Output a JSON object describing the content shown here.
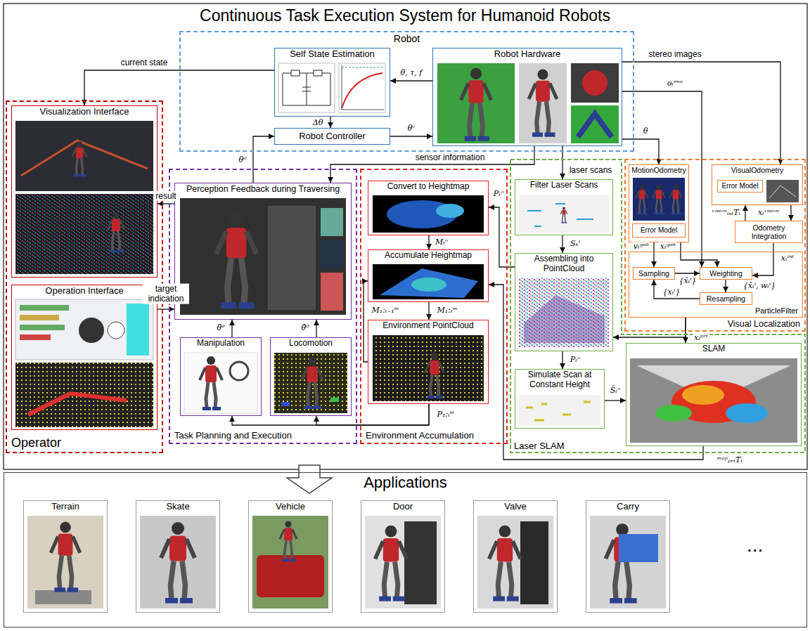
{
  "diagram": {
    "title": "Continuous Task Execution System for Humanoid Robots",
    "nodes": [
      {
        "text": [
          "Robot"
        ]
      },
      {
        "text": [
          "Self State Estimation"
        ],
        "in": 0
      },
      {
        "text": [
          "Robot Hardware"
        ],
        "in": 0
      },
      {
        "text": [
          "Robot Controller"
        ],
        "in": 0
      },
      {
        "text": [
          "Operator"
        ]
      },
      {
        "text": [
          "Visualization Interface"
        ],
        "in": 4
      },
      {
        "text": [
          "Operation Interface"
        ],
        "in": 4
      },
      {
        "text": [
          "Task Planning and Execution"
        ]
      },
      {
        "text": [
          "Perception Feedback during Traversing"
        ],
        "in": 7
      },
      {
        "text": [
          "Manipulation"
        ],
        "in": 7
      },
      {
        "text": [
          "Locomotion"
        ],
        "in": 7
      },
      {
        "text": [
          "Environment Accumulation"
        ]
      },
      {
        "text": [
          "Convert to Heightmap"
        ],
        "in": 11
      },
      {
        "text": [
          "Accumulate Heightmap"
        ],
        "in": 11
      },
      {
        "text": [
          "Environment PointCloud"
        ],
        "in": 11
      },
      {
        "text": [
          "Laser SLAM"
        ]
      },
      {
        "text": [
          "Filter Laser Scans"
        ],
        "in": 15
      },
      {
        "text": [
          "Assembling into PointCloud"
        ],
        "in": 15
      },
      {
        "text": [
          "Simulate Scan at Constant Height"
        ],
        "in": 15
      },
      {
        "text": [
          "SLAM"
        ],
        "in": 15
      },
      {
        "text": [
          "Visual Localization"
        ]
      },
      {
        "text": [
          "MotionOdometry"
        ],
        "in": 20
      },
      {
        "text": [
          "Error Model"
        ],
        "in": 21
      },
      {
        "text": [
          "VisualOdometry"
        ],
        "in": 20
      },
      {
        "text": [
          "Error Model"
        ],
        "in": 23
      },
      {
        "text": [
          "Odometry Integration"
        ],
        "in": 20
      },
      {
        "text": [
          "ParticleFilter"
        ],
        "in": 20
      },
      {
        "text": [
          "Sampling"
        ],
        "in": 26
      },
      {
        "text": [
          "Weighting"
        ],
        "in": 26
      },
      {
        "text": [
          "Resampling"
        ],
        "in": 26
      },
      {
        "text": [
          "Applications"
        ]
      },
      {
        "text": [
          "Terrain"
        ],
        "in": 30
      },
      {
        "text": [
          "Skate"
        ],
        "in": 30
      },
      {
        "text": [
          "Vehicle"
        ],
        "in": 30
      },
      {
        "text": [
          "Door"
        ],
        "in": 30
      },
      {
        "text": [
          "Valve"
        ],
        "in": 30
      },
      {
        "text": [
          "Carry"
        ],
        "in": 30
      }
    ],
    "edges": [
      {
        "from": 2,
        "to": 1,
        "arrow": "to",
        "label": "θ, τ, f"
      },
      {
        "from": 1,
        "to": 3,
        "arrow": "to",
        "label": "Δθ"
      },
      {
        "from": 3,
        "to": 2,
        "arrow": "to",
        "label": "θᶜ"
      },
      {
        "from": 1,
        "to": 5,
        "arrow": "to",
        "label": "current state"
      },
      {
        "from": 8,
        "to": 3,
        "arrow": "to",
        "label": "θᵈ"
      },
      {
        "from": 8,
        "to": 5,
        "arrow": "to",
        "label": "result"
      },
      {
        "from": 6,
        "to": 8,
        "arrow": "to",
        "label": "target indication"
      },
      {
        "from": 9,
        "to": 8,
        "arrow": "to",
        "label": "θ̂ᵈ"
      },
      {
        "from": 10,
        "to": 8,
        "arrow": "to",
        "label": "θ̂ᵈ"
      },
      {
        "from": 2,
        "to": 8,
        "arrow": "to",
        "label": "sensor information"
      },
      {
        "from": 2,
        "to": 16,
        "arrow": "to",
        "label": "laser scans"
      },
      {
        "from": 2,
        "to": 23,
        "arrow": "to",
        "label": "stereo images"
      },
      {
        "from": 2,
        "to": 21,
        "arrow": "to",
        "label": "θ"
      },
      {
        "from": 2,
        "to": 28,
        "arrow": "to",
        "label": "oₜⁱᵐᵘ"
      },
      {
        "from": 16,
        "to": 17,
        "arrow": "to",
        "label": "Sₖˡ"
      },
      {
        "from": 17,
        "to": 12,
        "arrow": "to",
        "label": "Pₜᵒ"
      },
      {
        "from": 17,
        "to": 18,
        "arrow": "to",
        "label": "Pₜᵒ"
      },
      {
        "from": 18,
        "to": 19,
        "arrow": "to",
        "label": "Ŝₜᵒ"
      },
      {
        "from": 12,
        "to": 13,
        "arrow": "to",
        "label": "Mₜᵒ"
      },
      {
        "from": 13,
        "to": 14,
        "arrow": "to",
        "label": "M₁:ₜᵐ"
      },
      {
        "from": 14,
        "to": 13,
        "arrow": "to",
        "label": "M₁:ₜ₋₁ᵐ"
      },
      {
        "from": 14,
        "to": 9,
        "arrow": "to",
        "label": "P₁:ₜᵐ"
      },
      {
        "from": 14,
        "to": 10,
        "arrow": "to"
      },
      {
        "from": 19,
        "to": 13,
        "arrow": "to",
        "label": "ᵐᵃᵖₚᵣₜTₜ"
      },
      {
        "from": 26,
        "to": 19,
        "arrow": "to",
        "label": "xₜᵖʳᵗ"
      },
      {
        "from": 26,
        "to": 17,
        "arrow": "to"
      },
      {
        "from": 21,
        "to": 27,
        "arrow": "to",
        "label": "vₜᵍᵃⁱᵗ"
      },
      {
        "from": 21,
        "to": 28,
        "arrow": "to",
        "label": "xₜᵍᵃⁱᵗ"
      },
      {
        "from": 23,
        "to": 25,
        "arrow": "to",
        "label": "xₜᵛⁱˢⁱᵒⁿ"
      },
      {
        "from": 25,
        "to": 23,
        "arrow": "to",
        "label": "ᵛⁱˢⁱᵒⁿᵢₙₜTₜ"
      },
      {
        "from": 25,
        "to": 28,
        "arrow": "to",
        "label": "xₜⁱⁿᵗ"
      },
      {
        "from": 27,
        "to": 28,
        "arrow": "to",
        "label": "{x̂ₜⁱ}"
      },
      {
        "from": 28,
        "to": 29,
        "arrow": "to",
        "label": "{x̂ₜⁱ, wₜⁱ}"
      },
      {
        "from": 29,
        "to": 27,
        "arrow": "to",
        "label": "{xₜⁱ}"
      }
    ],
    "labels": [
      "..."
    ]
  }
}
